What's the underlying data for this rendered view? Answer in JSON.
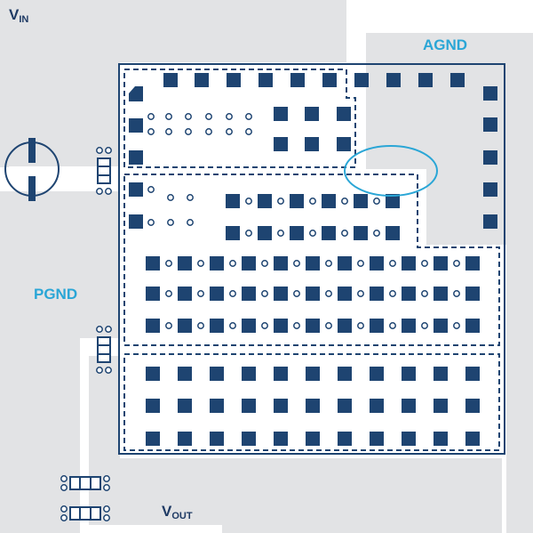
{
  "labels": {
    "vin": {
      "main": "V",
      "sub": "IN"
    },
    "vout": {
      "main": "V",
      "sub": "OUT"
    },
    "agnd": "AGND",
    "pgnd": "PGND"
  },
  "colors": {
    "plane": "#e2e3e5",
    "pad": "#1e4471",
    "outline": "#1e4471",
    "label_dark": "#1e3a64",
    "label_accent": "#2aa6d6",
    "highlight_ellipse": "#2aa6d6"
  },
  "icons": {
    "source": "circle-source-icon",
    "capacitor": "capacitor-icon",
    "highlight": "ellipse-highlight-icon"
  }
}
